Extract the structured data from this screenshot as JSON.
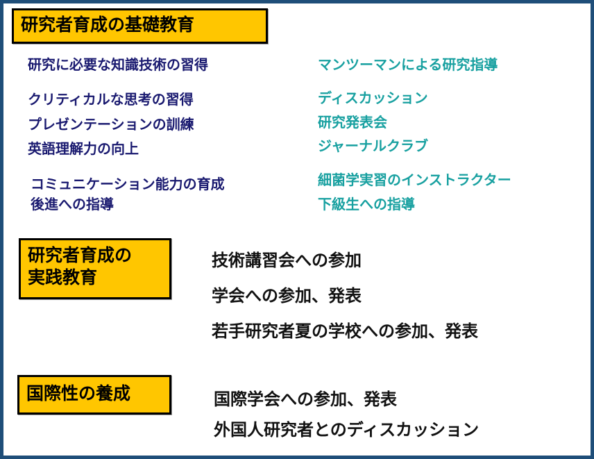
{
  "section1": {
    "title": "研究者育成の基礎教育",
    "left_items": [
      "研究に必要な知識技術の習得",
      "クリティカルな思考の習得",
      "プレゼンテーションの訓練",
      "英語理解力の向上",
      "コミュニケーション能力の育成",
      "後進への指導"
    ],
    "right_items": [
      "マンツーマンによる研究指導",
      "ディスカッション",
      "研究発表会",
      "ジャーナルクラブ",
      "細菌学実習のインストラクター",
      "下級生への指導"
    ]
  },
  "section2": {
    "title_line1": "研究者育成の",
    "title_line2": "実践教育",
    "items": [
      "技術講習会への参加",
      "学会への参加、発表",
      "若手研究者夏の学校への参加、発表"
    ]
  },
  "section3": {
    "title": "国際性の養成",
    "items": [
      "国際学会への参加、発表",
      "外国人研究者とのディスカッション"
    ]
  },
  "colors": {
    "border": "#1f4e79",
    "label_bg": "#ffc600",
    "navy": "#1a1a70",
    "teal": "#17a0a0"
  }
}
